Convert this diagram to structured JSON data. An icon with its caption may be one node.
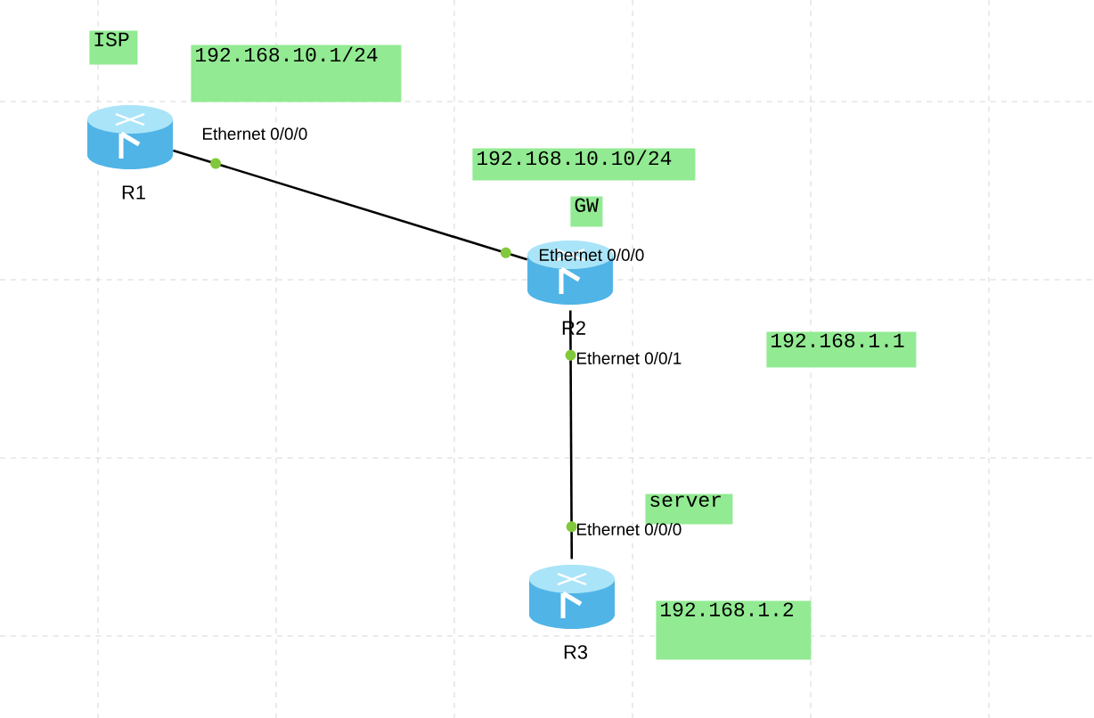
{
  "diagram": {
    "nodes": [
      {
        "text": [
          "ISP"
        ]
      },
      {
        "text": [
          "192.168.10.1/24"
        ]
      },
      {
        "text": [
          "R1"
        ]
      },
      {
        "text": [
          "192.168.10.10/24"
        ]
      },
      {
        "text": [
          "GW"
        ]
      },
      {
        "text": [
          "R2"
        ]
      },
      {
        "text": [
          "192.168.1.1"
        ]
      },
      {
        "text": [
          "server"
        ]
      },
      {
        "text": [
          "R3"
        ]
      },
      {
        "text": [
          "192.168.1.2"
        ]
      }
    ],
    "edges": [
      {
        "from": 2,
        "to": 5,
        "arrow": "none"
      },
      {
        "from": 5,
        "to": 8,
        "arrow": "none"
      }
    ],
    "labels": [
      "Ethernet 0/0/0",
      "Ethernet 0/0/0",
      "Ethernet 0/0/1",
      "Ethernet 0/0/0"
    ]
  }
}
